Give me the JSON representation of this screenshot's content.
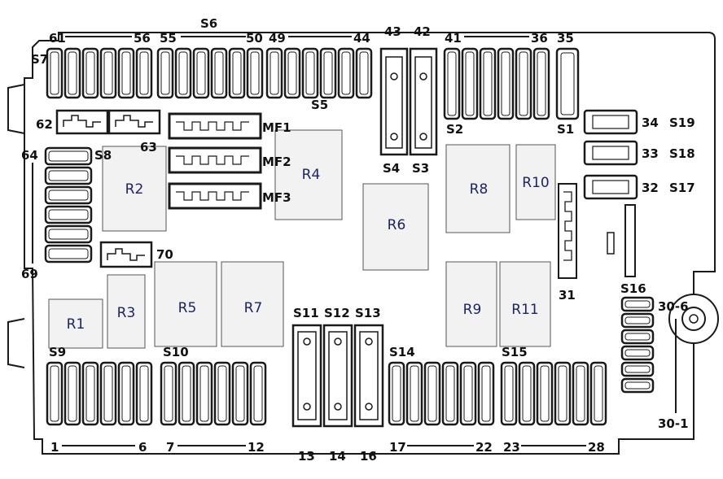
{
  "colors": {
    "line": "#1a1a1a",
    "fill": "#ffffff",
    "relay_fill": "#f2f2f2",
    "relay_text": "#1b2468",
    "label_text": "#111111"
  },
  "groups": {
    "s7": {
      "label": "S7",
      "left_num": "61",
      "right_num": "56"
    },
    "s6": {
      "label": "S6",
      "left_num": "55",
      "right_num": "50"
    },
    "s5": {
      "label": "S5",
      "left_num": "49",
      "right_num": "44"
    },
    "s4": {
      "label": "S4",
      "top_num": "43"
    },
    "s3": {
      "label": "S3",
      "top_num": "42"
    },
    "s2": {
      "label": "S2",
      "left_num": "41",
      "right_num": "36"
    },
    "s1": {
      "label": "S1",
      "top_num": "35"
    },
    "s19": {
      "label": "S19",
      "num": "34"
    },
    "s18": {
      "label": "S18",
      "num": "33"
    },
    "s17": {
      "label": "S17",
      "num": "32"
    },
    "s8": {
      "label": "S8",
      "top_num": "64",
      "bottom_num": "69"
    },
    "s9": {
      "label": "S9",
      "left_num": "1",
      "right_num": "6"
    },
    "s10": {
      "label": "S10",
      "left_num": "7",
      "right_num": "12"
    },
    "s11": {
      "label": "S11",
      "num": "13"
    },
    "s12": {
      "label": "S12",
      "num": "14"
    },
    "s13": {
      "label": "S13",
      "num": "16"
    },
    "s14": {
      "label": "S14",
      "left_num": "17",
      "right_num": "22"
    },
    "s15": {
      "label": "S15",
      "left_num": "23",
      "right_num": "28"
    },
    "s16": {
      "label": "S16",
      "top_num": "30-6",
      "bottom_num": "30-1"
    }
  },
  "megafuses": {
    "mf1": "MF1",
    "mf2": "MF2",
    "mf3": "MF3"
  },
  "misc": {
    "n62": "62",
    "n63": "63",
    "n70": "70",
    "n31": "31"
  },
  "relays": {
    "r1": "R1",
    "r2": "R2",
    "r3": "R3",
    "r4": "R4",
    "r5": "R5",
    "r6": "R6",
    "r7": "R7",
    "r8": "R8",
    "r9": "R9",
    "r10": "R10",
    "r11": "R11"
  }
}
